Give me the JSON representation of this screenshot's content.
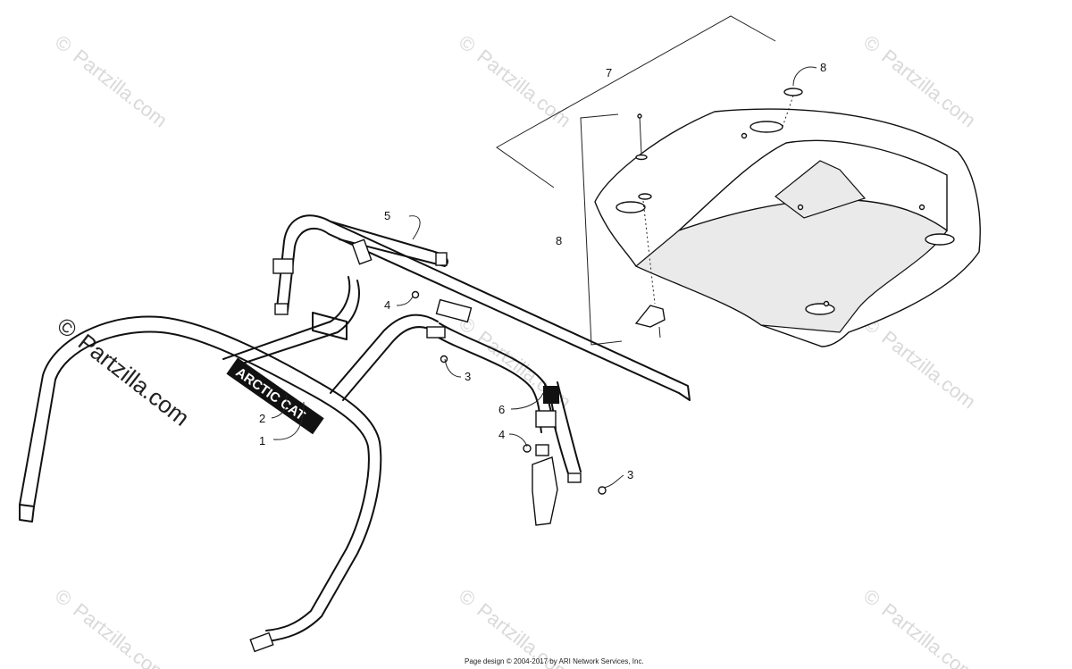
{
  "watermarks": {
    "small_text": "Partzilla.com",
    "copyright_symbol": "©",
    "large_text": "Partzilla.com"
  },
  "decal_text": "ARCTIC CAT",
  "callouts": {
    "c1": "1",
    "c2": "2",
    "c3a": "3",
    "c3b": "3",
    "c4a": "4",
    "c4b": "4",
    "c5": "5",
    "c6": "6",
    "c7": "7",
    "c8a": "8",
    "c8b": "8"
  },
  "footer": "Page design © 2004-2017 by ARI Network Services, Inc."
}
